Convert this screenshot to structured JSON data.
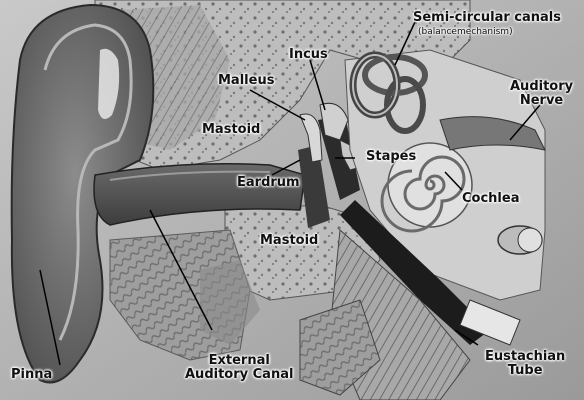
{
  "labels": {
    "semicircular": "Semi-circular canals",
    "balance": "(balancemechanism)",
    "incus": "Incus",
    "malleus": "Malleus",
    "auditory_nerve_1": "Auditory",
    "auditory_nerve_2": "Nerve",
    "mastoid_upper": "Mastoid",
    "stapes": "Stapes",
    "eardrum": "Eardrum",
    "cochlea": "Cochlea",
    "mastoid_lower": "Mastoid",
    "pinna": "Pinna",
    "external_canal_1": "External",
    "external_canal_2": "Auditory Canal",
    "eustachian_1": "Eustachian",
    "eustachian_2": "Tube"
  }
}
